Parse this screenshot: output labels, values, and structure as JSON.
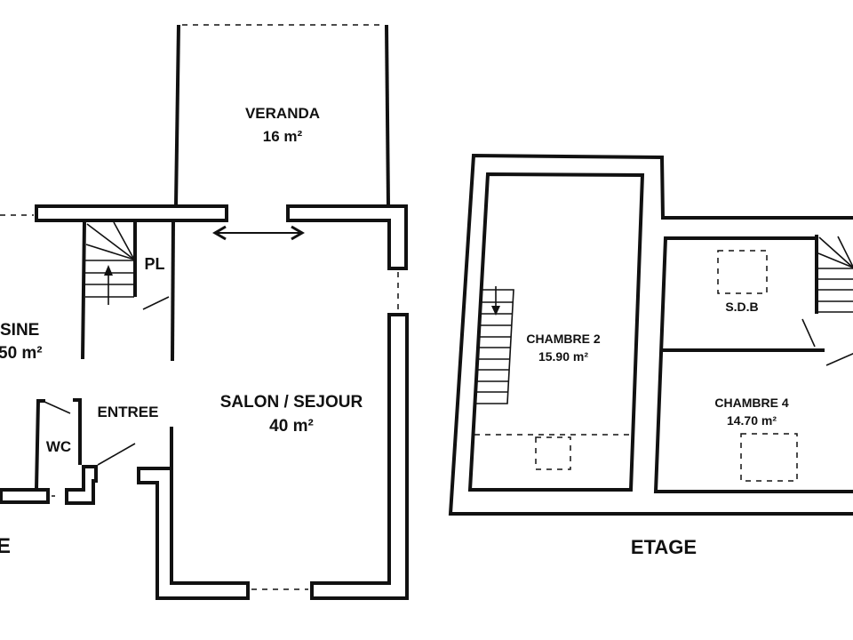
{
  "ground_floor": {
    "rooms": {
      "veranda": {
        "name": "VERANDA",
        "area": "16 m²"
      },
      "salon": {
        "name": "SALON / SEJOUR",
        "area": "40 m²"
      },
      "cuisine": {
        "name": "SINE",
        "area": "50 m²"
      },
      "placard": {
        "name": "PL"
      },
      "entree": {
        "name": "ENTREE"
      },
      "wc": {
        "name": "WC"
      }
    },
    "level_label_partial": "E"
  },
  "upper_floor": {
    "title": "ETAGE",
    "rooms": {
      "chambre2": {
        "name": "CHAMBRE 2",
        "area": "15.90 m²"
      },
      "sdb": {
        "name": "S.D.B"
      },
      "chambre4": {
        "name": "CHAMBRE 4",
        "area": "14.70 m²"
      }
    }
  },
  "colors": {
    "ink": "#111111",
    "background": "#ffffff"
  }
}
